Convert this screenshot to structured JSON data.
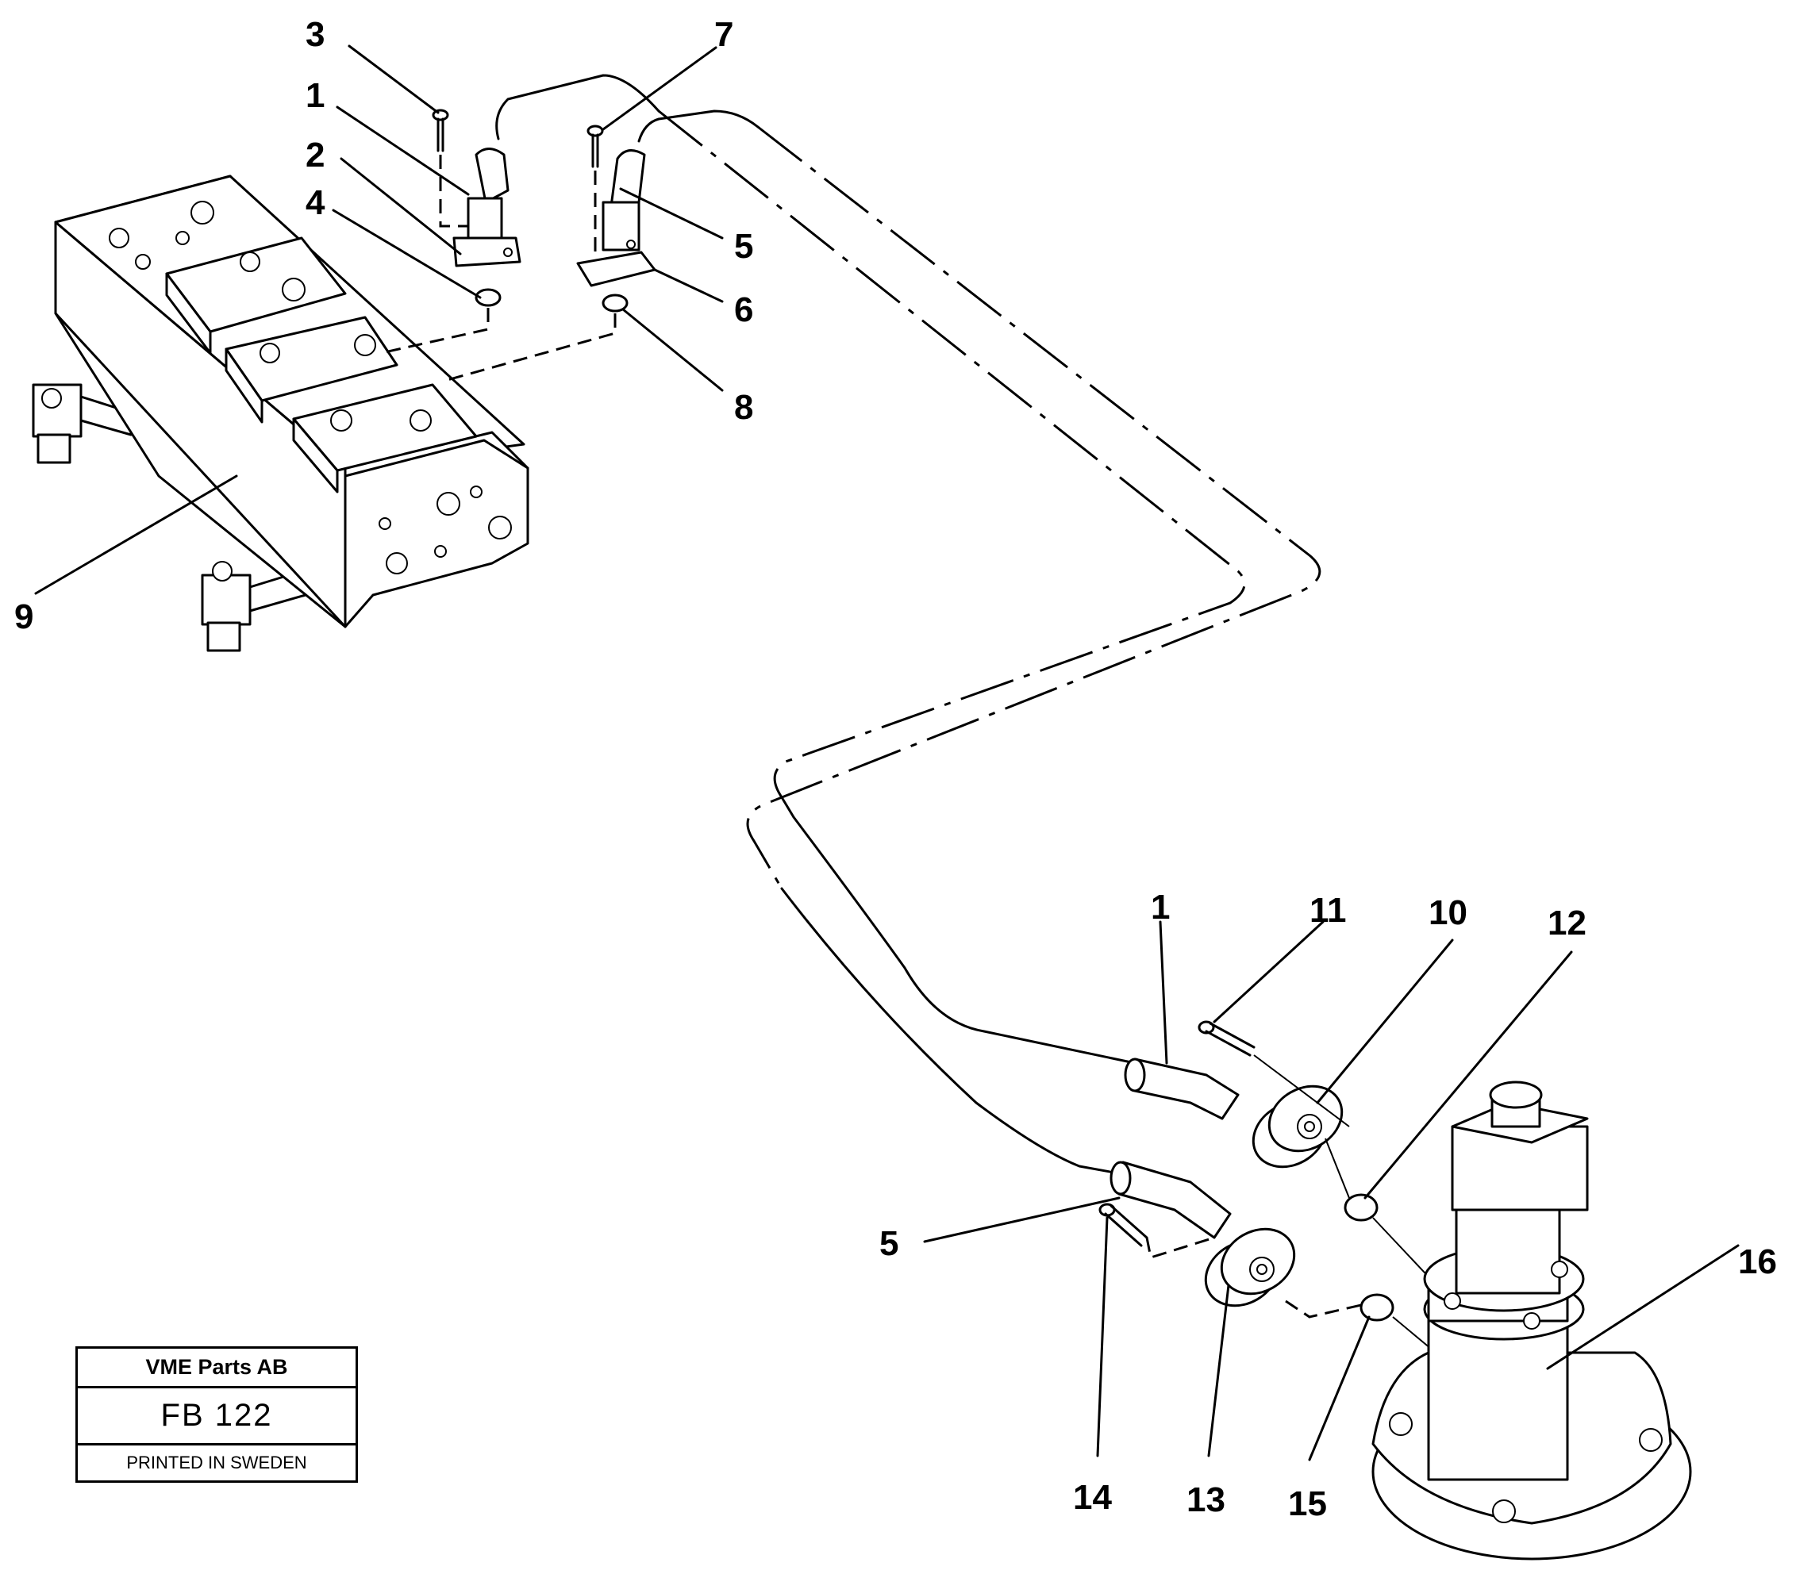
{
  "callouts": [
    {
      "id": "c3a",
      "text": "3"
    },
    {
      "id": "c1a",
      "text": "1"
    },
    {
      "id": "c2a",
      "text": "2"
    },
    {
      "id": "c4a",
      "text": "4"
    },
    {
      "id": "c7a",
      "text": "7"
    },
    {
      "id": "c5a",
      "text": "5"
    },
    {
      "id": "c6a",
      "text": "6"
    },
    {
      "id": "c8a",
      "text": "8"
    },
    {
      "id": "c9a",
      "text": "9"
    },
    {
      "id": "c1b",
      "text": "1"
    },
    {
      "id": "c11a",
      "text": "11"
    },
    {
      "id": "c10a",
      "text": "10"
    },
    {
      "id": "c12a",
      "text": "12"
    },
    {
      "id": "c5b",
      "text": "5"
    },
    {
      "id": "c16a",
      "text": "16"
    },
    {
      "id": "c14a",
      "text": "14"
    },
    {
      "id": "c13a",
      "text": "13"
    },
    {
      "id": "c15a",
      "text": "15"
    }
  ],
  "title_block": {
    "company": "VME Parts AB",
    "drawing_number": "FB 122",
    "footer": "PRINTED IN SWEDEN"
  }
}
